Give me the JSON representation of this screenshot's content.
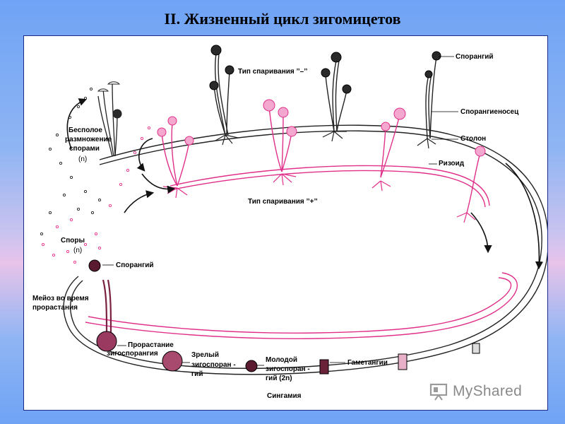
{
  "title": "II. Жизненный цикл зигомицетов",
  "labels": {
    "mating_minus": "Тип спаривания ’’–’’",
    "mating_plus": "Тип спаривания ’’+’’",
    "sporangium_top": "Спорангий",
    "sporangiophore": "Спорангиеносец",
    "stolon": "Столон",
    "rhizoid": "Ризоид",
    "asexual_1": "Бесполое",
    "asexual_2": "размножение",
    "asexual_3": "спорами",
    "asexual_ploidy": "(n)",
    "spores": "Споры",
    "spores_ploidy": "(n)",
    "sporangium_bottom": "Спорангий",
    "meiosis_1": "Мейоз во время",
    "meiosis_2": "прорастания",
    "germination_1": "Прорастание",
    "germination_2": "зигоспорангия",
    "mature_1": "Зрелый",
    "mature_2": "зигоспоран -",
    "mature_3": "гий",
    "young_1": "Молодой",
    "young_2": "зигоспоран -",
    "young_3": "гий  (2n)",
    "gametangia": "Гаметангии",
    "syngamy": "Сингамия"
  },
  "watermark": "MyShared",
  "colors": {
    "minus_strain": "#222222",
    "plus_strain": "#e0308a",
    "zygospore": "#7a2040"
  }
}
